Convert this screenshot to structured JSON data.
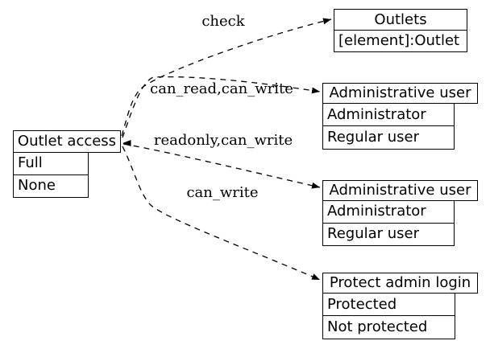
{
  "diagram": {
    "background_color": "#ffffff",
    "line_color": "#000000",
    "edge_style": "dashed",
    "nodes": [
      {
        "id": "outlet-access",
        "header": "Outlet access",
        "rows": [
          "Full",
          "None"
        ]
      },
      {
        "id": "outlets",
        "header": "Outlets",
        "rows": [
          "[element]:Outlet"
        ]
      },
      {
        "id": "admin-user-1",
        "header": "Administrative user",
        "rows": [
          "Administrator",
          "Regular user"
        ]
      },
      {
        "id": "admin-user-2",
        "header": "Administrative user",
        "rows": [
          "Administrator",
          "Regular user"
        ]
      },
      {
        "id": "protect-admin-login",
        "header": "Protect admin login",
        "rows": [
          "Protected",
          "Not protected"
        ]
      }
    ],
    "edges": [
      {
        "label": "check",
        "from": "outlet-access",
        "to": "outlets"
      },
      {
        "label": "can_read,can_write",
        "from": "outlet-access",
        "to": "admin-user-1"
      },
      {
        "label": "readonly,can_write",
        "from": "outlet-access",
        "to": "admin-user-2"
      },
      {
        "label": "can_write",
        "from": "outlet-access",
        "to": "protect-admin-login"
      }
    ]
  }
}
